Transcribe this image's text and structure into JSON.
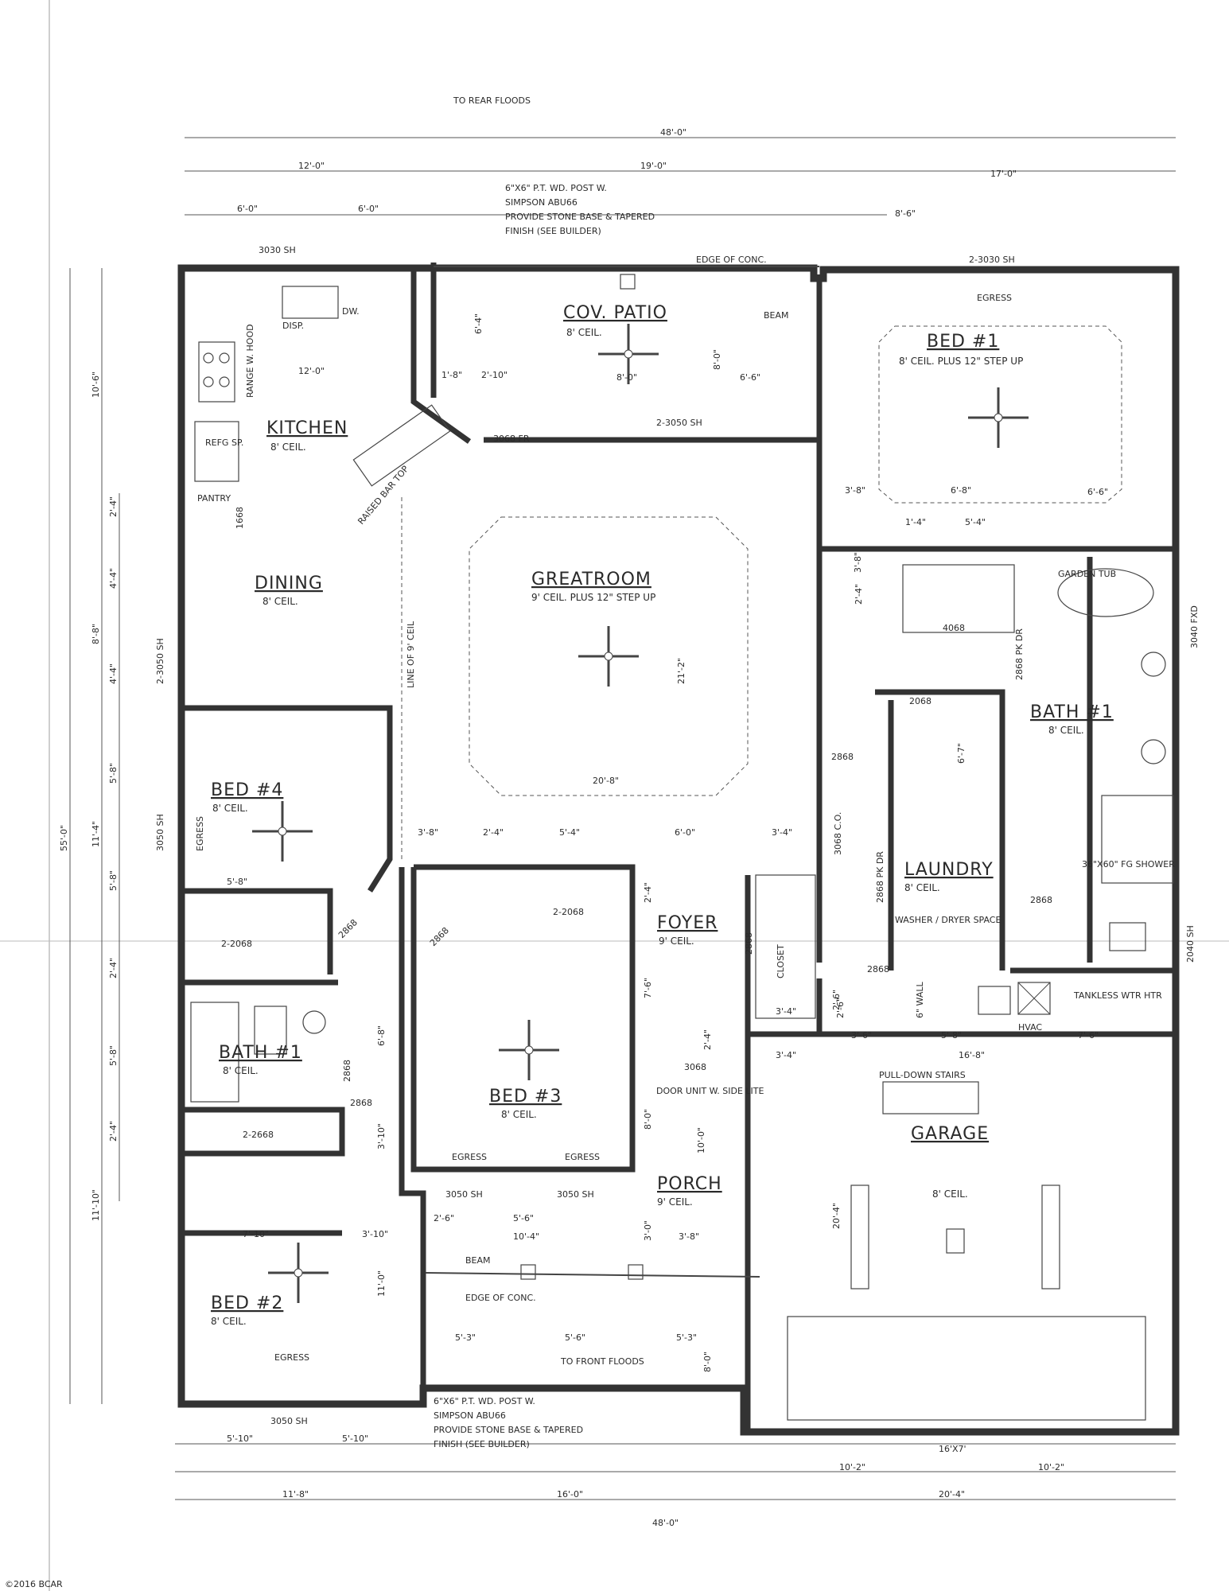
{
  "rooms": {
    "kitchen": {
      "name": "KITCHEN",
      "ceil": "8' CEIL."
    },
    "dining": {
      "name": "DINING",
      "ceil": "8' CEIL."
    },
    "greatroom": {
      "name": "GREATROOM",
      "ceil": "9' CEIL. PLUS 12\" STEP UP"
    },
    "cov_patio": {
      "name": "COV. PATIO",
      "ceil": "8' CEIL."
    },
    "bed1": {
      "name": "BED #1",
      "ceil": "8' CEIL. PLUS 12\" STEP UP"
    },
    "bath1_master": {
      "name": "BATH #1",
      "ceil": "8' CEIL."
    },
    "bed4": {
      "name": "BED #4",
      "ceil": "8' CEIL."
    },
    "bath1_hall": {
      "name": "BATH #1",
      "ceil": "8' CEIL."
    },
    "bed3": {
      "name": "BED #3",
      "ceil": "8' CEIL."
    },
    "foyer": {
      "name": "FOYER",
      "ceil": "9' CEIL."
    },
    "laundry": {
      "name": "LAUNDRY",
      "ceil": "8' CEIL."
    },
    "bed2": {
      "name": "BED #2",
      "ceil": "8' CEIL."
    },
    "porch": {
      "name": "PORCH",
      "ceil": "9' CEIL."
    },
    "garage": {
      "name": "GARAGE",
      "ceil": "8' CEIL."
    }
  },
  "fixtures": {
    "range": "RANGE W. HOOD",
    "disp": "DISP.",
    "dw": "DW.",
    "refg": "REFG SP.",
    "pantry": "PANTRY",
    "raised_bar": "RAISED BAR TOP",
    "line_ceil": "LINE OF 9' CEIL",
    "garden_tub": "GARDEN TUB",
    "shower": "36\"X60\" FG SHOWER",
    "washer": "WASHER / DRYER SPACE",
    "tankless": "TANKLESS WTR HTR",
    "hvac": "HVAC",
    "closet": "CLOSET",
    "pulldown": "PULL-DOWN STAIRS",
    "wall6": "6\" WALL",
    "door_unit": "DOOR UNIT W. SIDE LITE",
    "beam": "BEAM",
    "egress": "EGRESS"
  },
  "notes": {
    "rear_floods": "TO REAR FLOODS",
    "post_note_top": [
      "6\"X6\" P.T. WD. POST W.",
      "SIMPSON ABU66",
      "PROVIDE STONE BASE & TAPERED",
      "FINISH (SEE BUILDER)"
    ],
    "edge_conc": "EDGE OF CONC.",
    "front_floods": "TO FRONT FLOODS",
    "post_note_bottom": [
      "6\"X6\" P.T. WD. POST W.",
      "SIMPSON ABU66",
      "PROVIDE STONE BASE & TAPERED",
      "FINISH (SEE BUILDER)"
    ],
    "watermark": "©2016 BCAR"
  },
  "windows": {
    "w3030_kitchen": "3030 SH",
    "w2_3050_top": "2-3050 SH",
    "w2_3030_bed1": "2-3030 SH",
    "w2_3050_dining": "2-3050 SH",
    "w3050_bed4": "3050 SH",
    "w3040_fxd": "3040 FXD",
    "w2040": "2040 SH",
    "w3050_bed3a": "3050 SH",
    "w3050_bed3b": "3050 SH",
    "w3050_bed2": "3050 SH",
    "garage_door": "16'X7'"
  },
  "doors": {
    "d3068_fr": "3068 FR",
    "d1668": "1668",
    "d4068": "4068",
    "d2868_pk": "2868 PK DR",
    "d2068": "2068",
    "d2868_a": "2868",
    "d3068_co": "3068 C.O.",
    "d2868_pk2": "2868 PK DR",
    "d2868_b": "2868",
    "d2_2068_a": "2-2068",
    "d2868_c": "2868",
    "d2868_d": "2868",
    "d2_2068_b": "2-2068",
    "d2868_e": "2868",
    "d2868_f": "2868",
    "d2_2668": "2-2668",
    "d3068": "3068",
    "d2868_g": "2868",
    "d2868_h": "2868"
  },
  "dims": {
    "top_total": "48'-0\"",
    "top_a": "12'-0\"",
    "top_b": "19'-0\"",
    "top_c": "17'-0\"",
    "top_a1": "6'-0\"",
    "top_a2": "6'-0\"",
    "top_c1": "8'-6\"",
    "left_total": "55'-0\"",
    "left_a": "10'-6\"",
    "left_b": "8'-8\"",
    "left_c": "11'-4\"",
    "left_d": "11'-10\"",
    "left_e": "2'-4\"",
    "left_f": "4'-4\"",
    "left_g": "4'-4\"",
    "left_h": "5'-8\"",
    "left_i": "5'-8\"",
    "left_j": "2'-4\"",
    "left_k": "5'-8\"",
    "left_l": "2'-4\"",
    "bot_total": "48'-0\"",
    "bot_a": "11'-8\"",
    "bot_b": "16'-0\"",
    "bot_c": "20'-4\"",
    "bot_a1": "5'-10\"",
    "bot_a2": "5'-10\"",
    "bot_c1": "10'-2\"",
    "bot_c2": "10'-2\"",
    "kit_12": "12'-0\"",
    "pat_18": "1'-8\"",
    "pat_210": "2'-10\"",
    "pat_80": "8'-0\"",
    "pat_66": "6'-6\"",
    "pat_64": "6'-4\"",
    "pat_8": "8'-0\"",
    "gr_212": "21'-2\"",
    "gr_208": "20'-8\"",
    "b1_38": "3'-8\"",
    "b1_68": "6'-8\"",
    "b1_66": "6'-6\"",
    "b1_14": "1'-4\"",
    "b1_54": "5'-4\"",
    "h_38": "3'-8\"",
    "h_24": "2'-4\"",
    "h_54": "5'-4\"",
    "h_60": "6'-0\"",
    "h_34": "3'-4\"",
    "b4_58": "5'-8\"",
    "f_24": "2'-4\"",
    "f_76": "7'-6\"",
    "f_24b": "2'-4\"",
    "b3_68": "6'-8\"",
    "b3_310": "3'-10\"",
    "g_34": "3'-4\"",
    "g_36": "3'-6\"",
    "g_58": "5'-8\"",
    "g_76": "7'-6\"",
    "g_168": "16'-8\"",
    "g_204": "20'-4\"",
    "g_26": "2'-6\"",
    "p_26": "2'-6\"",
    "p_56": "5'-6\"",
    "p_30": "3'-0\"",
    "p_104": "10'-4\"",
    "p_38": "3'-8\"",
    "p_80": "8'-0\"",
    "p_100": "10'-0\"",
    "b2_710": "7'-10\"",
    "b2_310": "3'-10\"",
    "b2_110": "11'-0\"",
    "fr_53": "5'-3\"",
    "fr_56": "5'-6\"",
    "fr_53b": "5'-3\"",
    "fr_80": "8'-0\"",
    "lb_34": "3'-4\"",
    "lb_26": "2'-6\"",
    "mb_24": "2'-4\"",
    "mb_67": "6'-7\"",
    "mb_38": "3'-8\""
  }
}
